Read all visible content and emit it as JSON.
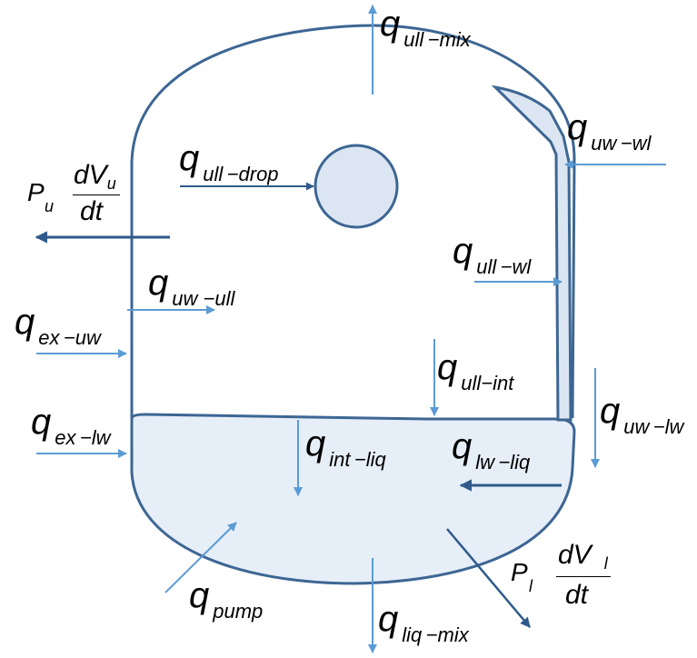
{
  "labels": {
    "ull_mix": {
      "q": "q",
      "sub": "ull −mix"
    },
    "uw_wl": {
      "q": "q",
      "sub": "uw −wl"
    },
    "ull_drop": {
      "q": "q",
      "sub": "ull −drop"
    },
    "ull_wl": {
      "q": "q",
      "sub": "ull −wl"
    },
    "uw_ull": {
      "q": "q",
      "sub": "uw −ull"
    },
    "ex_uw": {
      "q": "q",
      "sub": "ex −uw"
    },
    "ull_int": {
      "q": "q",
      "sub": "ull−int"
    },
    "uw_lw": {
      "q": "q",
      "sub": "uw −lw"
    },
    "ex_lw": {
      "q": "q",
      "sub": "ex −lw"
    },
    "int_liq": {
      "q": "q",
      "sub": "int −liq"
    },
    "lw_liq": {
      "q": "q",
      "sub": "lw −liq"
    },
    "pump": {
      "q": "q",
      "sub": "pump"
    },
    "liq_mix": {
      "q": "q",
      "sub": "liq −mix"
    }
  },
  "work_upper": {
    "p": "P",
    "psub": "u",
    "num": "dV",
    "numsub": "u",
    "den": "dt"
  },
  "work_lower": {
    "p": "P",
    "psub": "l",
    "num": "dV",
    "numsub": "l",
    "den": "dt"
  },
  "colors": {
    "outline": "#3d6693",
    "fill": "#e6eef8",
    "arrow_light": "#5b9bd5",
    "arrow_dark": "#2e5a8a"
  }
}
